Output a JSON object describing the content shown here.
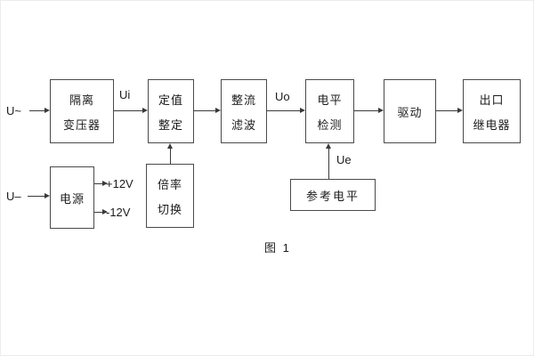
{
  "diagram": {
    "caption": "图 1",
    "labels": {
      "u_ac": "U~",
      "u_dc": "U–",
      "ui": "Ui",
      "uo": "Uo",
      "ue": "Ue",
      "plus12": "+12V",
      "minus12": "-12V"
    },
    "blocks": {
      "isolation_transformer": {
        "line1": "隔离",
        "line2": "变压器"
      },
      "setting_adjust": {
        "line1": "定值",
        "line2": "整定"
      },
      "rectifier_filter": {
        "line1": "整流",
        "line2": "滤波"
      },
      "level_detect": {
        "line1": "电平",
        "line2": "检测"
      },
      "drive": {
        "line1": "驱动"
      },
      "output_relay": {
        "line1": "出口",
        "line2": "继电器"
      },
      "power": {
        "line1": "电源"
      },
      "ratio_switch": {
        "line1": "倍率",
        "line2": "切换"
      },
      "reference_level": {
        "line1": "参考电平"
      }
    }
  }
}
